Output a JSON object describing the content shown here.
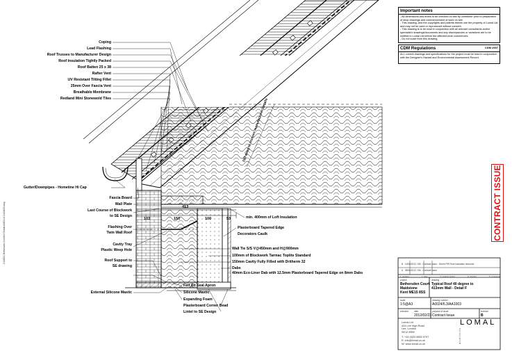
{
  "notes": {
    "title": "Important notes",
    "lines": [
      "- All dimensions and levels to be checked on site by contractor prior to preparation of shop drawings and commencement of work on site.",
      "- This drawing, and the copyrights and patents therein are the property of Lomal Ltd and may not be used or reproduced without consent.",
      "- This drawing is to be read in conjunction with all relevant consultants and/or specialist's drawings/documents and any discrepancies or variations are to be notified to Lomal Ltd before the affected work commences.",
      "- Do not scale from this drawing."
    ]
  },
  "cdm": {
    "title": "CDM Regulations",
    "code": "CDM 2007",
    "text": "ALL current drawings and specifications for the project must be read in conjunction with the Designer's Hazard and Environmental Assessment Record."
  },
  "stamp": "CONTRACT ISSUE",
  "revisions": [
    {
      "rev": "B",
      "date": "13/06/2012",
      "by": "GM",
      "desc": "Contract Issue - 30mm PIR Roof Insulation removed"
    },
    {
      "rev": "A",
      "date": "08/06/2012",
      "by": "GM",
      "desc": "Contract Issue"
    }
  ],
  "revision_header": [
    "1. revision",
    "2. date",
    "3. revision author",
    "4. checker",
    "5. comments"
  ],
  "title_block": {
    "project_label": "project",
    "project_lines": [
      "Bethersden Court",
      "Maidstone",
      "Kent ME15 8SS"
    ],
    "drawing_label": "drawing",
    "drawing_lines": [
      "Typical Roof 40 degree to",
      "413mm Wall - Detail F"
    ],
    "scale_label": "scale",
    "scale": "1:5@A3",
    "drawing_number_label": "drawing number",
    "drawing_number": "A0024/6.3/AA1003",
    "checked_label": "checked",
    "date_label": "date",
    "date": "2012/02/23",
    "purpose_label": "purpose of issue",
    "purpose": "Contract Issue",
    "revision_label": "revision",
    "revision": "B"
  },
  "company": {
    "lines": [
      "Lomal Ltd",
      "424 Lee High Road",
      "Lee, London",
      "SE12 8RW"
    ],
    "contact": [
      "T: +44 (0)20 8852 9797",
      "E: info@lomal.co.uk",
      "W: www.lomal.co.uk"
    ],
    "logo": "LOMAL",
    "logo_sub": "architects"
  },
  "labels_left": [
    "Coping",
    "Lead Flashing",
    "Roof Trusses to Manufacturer Design",
    "Roof Insulation Tightly Packed",
    "Roof Batten 25 x 38",
    "Rafter Vent",
    "UV Resistant Tilting Fillet",
    "25mm Over Fascia Vent",
    "Breathable Membrane",
    "Redland Mini Stonewold Tiles"
  ],
  "label_gutter": "Gutter/Downpipes - Hometine Hi Cap",
  "label_fascia": "Fascia Board",
  "label_wallplate": "Wall Plate",
  "label_lastcourse": [
    "Last Course of Blockwork",
    "to SE Design"
  ],
  "label_flashing": [
    "Flashing Over",
    "Twin Wall Roof"
  ],
  "label_cavity_tray": "Cavity Tray",
  "label_weep": "Plastic Weep Hole",
  "label_roof_support": [
    "Roof Support to",
    "SE drawing"
  ],
  "label_ext_mastic": "External Silicone Mastic",
  "label_loft": "min. 400mm of Loft Insulation",
  "label_plasterboard": [
    "Plasterboard Tapered Edge",
    "Decorators Caulk"
  ],
  "labels_right": [
    "Wall Tie S/S V@450mm and H@900mm",
    "100mm of Blockwork Tarmac Toplite Standard",
    "150mm Cavity Fully Filled with Dritherm 32",
    "Dabs",
    "40mm Eco-Liner Dab with 12.5mm Plasterboard Tapered Edge on 8mm Dabs"
  ],
  "labels_bottom": [
    "Foil Air Seal Apron",
    "Silicone Mastic",
    "Expanding Foam"
  ],
  "labels_bottom2": [
    "Plasterboard Corner Bead",
    "Lintel to SE Design"
  ],
  "rafter_note": "150 deep to trusses manufacturer details",
  "dimensions": {
    "overall": "413",
    "d1": "103",
    "d2": "150",
    "d3": "100",
    "d4": "53"
  },
  "side_text": "Z:\\A0024 Bethersden Court\\6.3 Details\\A0024-6.3-AA1003.dwg"
}
